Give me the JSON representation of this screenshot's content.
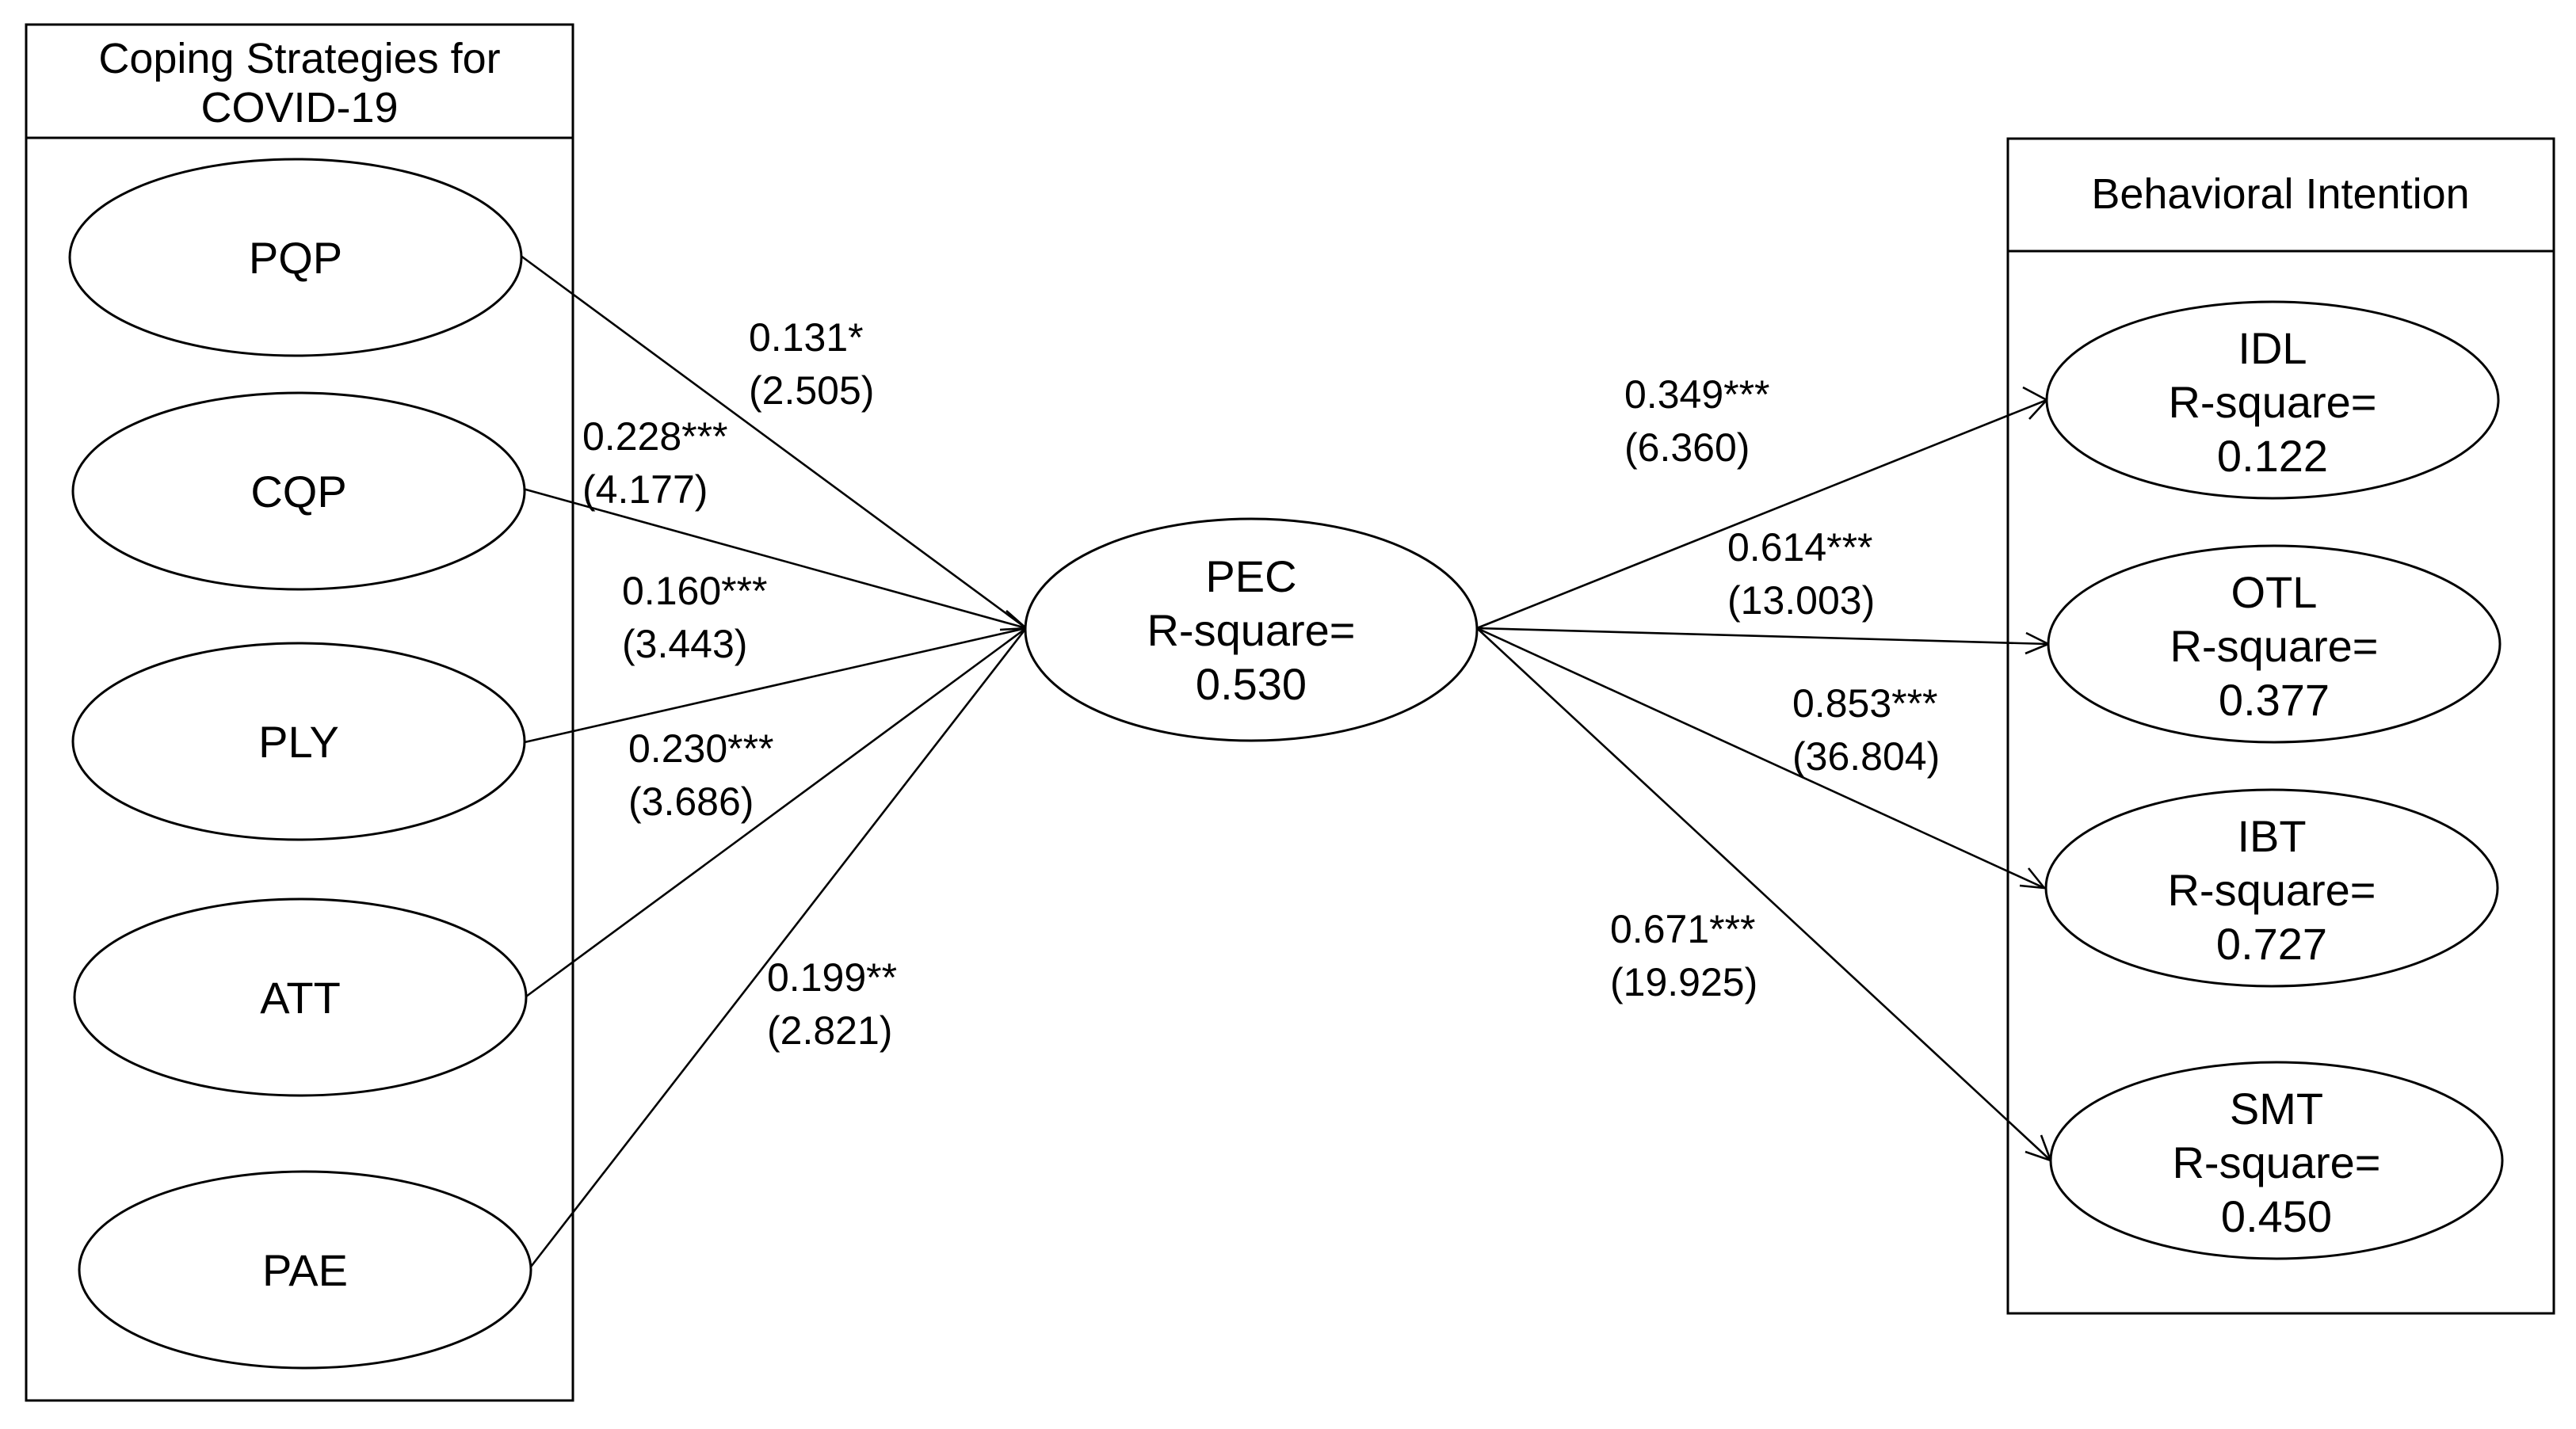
{
  "groups": {
    "left": {
      "title_line1": "Coping Strategies for",
      "title_line2": "COVID-19"
    },
    "right": {
      "title": "Behavioral Intention"
    }
  },
  "nodes": {
    "pqp": {
      "label": "PQP"
    },
    "cqp": {
      "label": "CQP"
    },
    "ply": {
      "label": "PLY"
    },
    "att": {
      "label": "ATT"
    },
    "pae": {
      "label": "PAE"
    },
    "pec": {
      "label": "PEC",
      "r2_label": "R-square=",
      "r2_value": "0.530"
    },
    "idl": {
      "label": "IDL",
      "r2_label": "R-square=",
      "r2_value": "0.122"
    },
    "otl": {
      "label": "OTL",
      "r2_label": "R-square=",
      "r2_value": "0.377"
    },
    "ibt": {
      "label": "IBT",
      "r2_label": "R-square=",
      "r2_value": "0.727"
    },
    "smt": {
      "label": "SMT",
      "r2_label": "R-square=",
      "r2_value": "0.450"
    }
  },
  "paths": {
    "pqp_pec": {
      "coef": "0.131*",
      "t": "(2.505)"
    },
    "cqp_pec": {
      "coef": "0.228***",
      "t": "(4.177)"
    },
    "ply_pec": {
      "coef": "0.160***",
      "t": "(3.443)"
    },
    "att_pec": {
      "coef": "0.230***",
      "t": "(3.686)"
    },
    "pae_pec": {
      "coef": "0.199**",
      "t": "(2.821)"
    },
    "pec_idl": {
      "coef": "0.349***",
      "t": "(6.360)"
    },
    "pec_otl": {
      "coef": "0.614***",
      "t": "(13.003)"
    },
    "pec_ibt": {
      "coef": "0.853***",
      "t": "(36.804)"
    },
    "pec_smt": {
      "coef": "0.671***",
      "t": "(19.925)"
    }
  }
}
